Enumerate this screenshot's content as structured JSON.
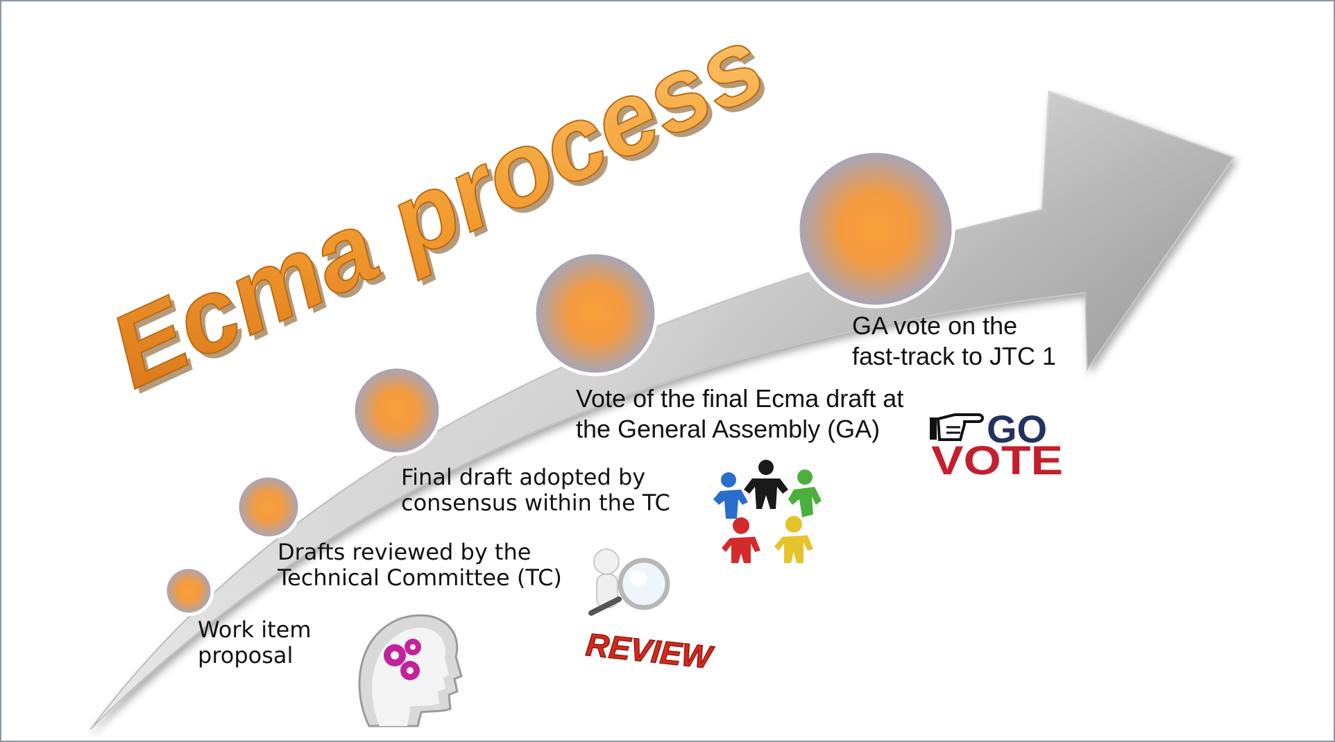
{
  "title": "Ecma process",
  "steps": [
    {
      "line1": "Work item",
      "line2": "proposal"
    },
    {
      "line1": "Drafts reviewed by the",
      "line2": "Technical Committee (TC)"
    },
    {
      "line1": "Final draft adopted by",
      "line2": "consensus within the TC"
    },
    {
      "line1": "Vote of the final Ecma draft at",
      "line2": "the General Assembly (GA)"
    },
    {
      "line1": "GA vote on the",
      "line2": "fast-track to JTC 1"
    }
  ],
  "images": {
    "review": {
      "text": "REVIEW",
      "icon": "magnifier-person-icon"
    },
    "vote": {
      "text_top": "GO",
      "text_bottom": "VOTE",
      "icon": "pointing-hand-icon"
    },
    "head": {
      "icon": "head-gears-icon"
    },
    "people": {
      "icon": "people-circle-icon"
    }
  },
  "colors": {
    "accent_orange": "#f7a13a",
    "circle_border": "#a9afc4",
    "arrow_light": "#ffffff",
    "arrow_dark": "#8a8a8a",
    "vote_blue": "#23325f",
    "vote_red": "#c41f2e",
    "review_red": "#d42a1e"
  }
}
